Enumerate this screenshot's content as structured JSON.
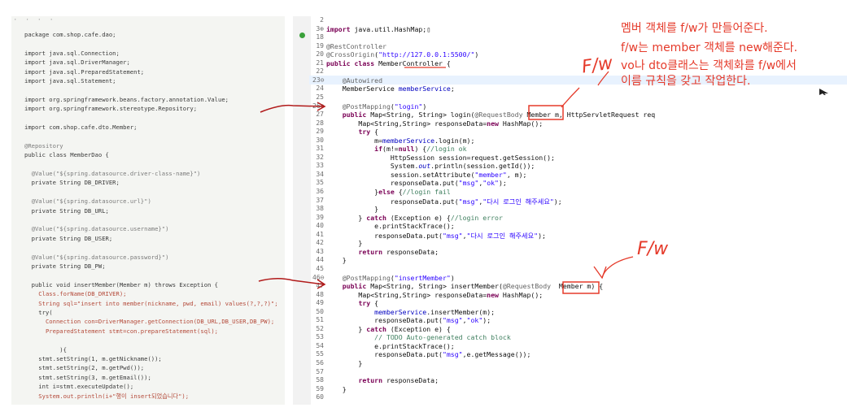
{
  "left_panel": {
    "lines": [
      {
        "t": "package com.shop.cafe.dao;",
        "c": ""
      },
      {
        "t": "",
        "c": ""
      },
      {
        "t": "import java.sql.Connection;",
        "c": ""
      },
      {
        "t": "import java.sql.DriverManager;",
        "c": ""
      },
      {
        "t": "import java.sql.PreparedStatement;",
        "c": ""
      },
      {
        "t": "import java.sql.Statement;",
        "c": ""
      },
      {
        "t": "",
        "c": ""
      },
      {
        "t": "import org.springframework.beans.factory.annotation.Value;",
        "c": ""
      },
      {
        "t": "import org.springframework.stereotype.Repository;",
        "c": ""
      },
      {
        "t": "",
        "c": ""
      },
      {
        "t": "import com.shop.cafe.dto.Member;",
        "c": ""
      },
      {
        "t": "",
        "c": ""
      },
      {
        "t": "@Repository",
        "c": "ann"
      },
      {
        "t": "public class MemberDao {",
        "c": ""
      },
      {
        "t": "",
        "c": ""
      },
      {
        "t": "  @Value(\"${spring.datasource.driver-class-name}\")",
        "c": "ann"
      },
      {
        "t": "  private String DB_DRIVER;",
        "c": ""
      },
      {
        "t": "",
        "c": ""
      },
      {
        "t": "  @Value(\"${spring.datasource.url}\")",
        "c": "ann"
      },
      {
        "t": "  private String DB_URL;",
        "c": ""
      },
      {
        "t": "",
        "c": ""
      },
      {
        "t": "  @Value(\"${spring.datasource.username}\")",
        "c": "ann"
      },
      {
        "t": "  private String DB_USER;",
        "c": ""
      },
      {
        "t": "",
        "c": ""
      },
      {
        "t": "  @Value(\"${spring.datasource.password}\")",
        "c": "ann"
      },
      {
        "t": "  private String DB_PW;",
        "c": ""
      },
      {
        "t": "",
        "c": ""
      },
      {
        "t": "  public void insertMember(Member m) throws Exception {",
        "c": ""
      },
      {
        "t": "    Class.forName(DB_DRIVER);",
        "c": "red"
      },
      {
        "t": "    String sql=\"insert into member(nickname, pwd, email) values(?,?,?)\";",
        "c": "red"
      },
      {
        "t": "    try(",
        "c": ""
      },
      {
        "t": "      Connection con=DriverManager.getConnection(DB_URL,DB_USER,DB_PW);",
        "c": "red"
      },
      {
        "t": "      PreparedStatement stmt=con.prepareStatement(sql);",
        "c": "red"
      },
      {
        "t": "",
        "c": ""
      },
      {
        "t": "          ){",
        "c": ""
      },
      {
        "t": "    stmt.setString(1, m.getNickname());",
        "c": ""
      },
      {
        "t": "    stmt.setString(2, m.getPwd());",
        "c": ""
      },
      {
        "t": "    stmt.setString(3, m.getEmail());",
        "c": ""
      },
      {
        "t": "    int i=stmt.executeUpdate();",
        "c": ""
      },
      {
        "t": "    System.out.println(i+\"행이 insert되었습니다\");",
        "c": "red"
      }
    ]
  },
  "editor": {
    "lines": [
      {
        "n": "2",
        "html": ""
      },
      {
        "n": "3⊕",
        "html": "<span class='kw'>import</span> java.util.HashMap;▯"
      },
      {
        "n": "18",
        "html": ""
      },
      {
        "n": "19",
        "html": "<span class='ann'>@RestController</span>"
      },
      {
        "n": "20",
        "html": "<span class='ann'>@CrossOrigin</span>(<span class='str'>\"http://127.0.0.1:5500/\"</span>)"
      },
      {
        "n": "21",
        "html": "<span class='kw'>public class</span> MemberController {"
      },
      {
        "n": "22",
        "html": ""
      },
      {
        "n": "23⊖",
        "html": "    <span class='ann'>@Autowired</span>"
      },
      {
        "n": "24",
        "html": "    MemberService <span class='fld'>memberService</span>;"
      },
      {
        "n": "25",
        "html": ""
      },
      {
        "n": "26⊖",
        "html": "    <span class='ann'>@PostMapping</span>(<span class='str'>\"login\"</span>)"
      },
      {
        "n": "27",
        "html": "    <span class='kw'>public</span> Map&lt;String, String&gt; login(<span class='ann'>@RequestBody</span> Member m, HttpServletRequest req"
      },
      {
        "n": "28",
        "html": "        Map&lt;String,String&gt; responseData=<span class='kw'>new</span> HashMap();"
      },
      {
        "n": "29",
        "html": "        <span class='kw'>try</span> {"
      },
      {
        "n": "30",
        "html": "            m=<span class='fld'>memberService</span>.login(m);"
      },
      {
        "n": "31",
        "html": "            <span class='kw'>if</span>(m!=<span class='kw'>null</span>) {<span class='cmt'>//login ok</span>"
      },
      {
        "n": "32",
        "html": "                HttpSession session=request.getSession();"
      },
      {
        "n": "33",
        "html": "                System.<span class='fld ital'>out</span>.println(session.getId());"
      },
      {
        "n": "34",
        "html": "                session.setAttribute(<span class='str'>\"member\"</span>, m);"
      },
      {
        "n": "35",
        "html": "                responseData.put(<span class='str'>\"msg\"</span>,<span class='str'>\"ok\"</span>);"
      },
      {
        "n": "36",
        "html": "            }<span class='kw'>else</span> {<span class='cmt'>//login fail</span>"
      },
      {
        "n": "37",
        "html": "                responseData.put(<span class='str'>\"msg\"</span>,<span class='str'>\"다시 로그인 해주세요\"</span>);"
      },
      {
        "n": "38",
        "html": "            }"
      },
      {
        "n": "39",
        "html": "        } <span class='kw'>catch</span> (Exception e) {<span class='cmt'>//login error</span>"
      },
      {
        "n": "40",
        "html": "            e.printStackTrace();"
      },
      {
        "n": "41",
        "html": "            responseData.put(<span class='str'>\"msg\"</span>,<span class='str'>\"다시 로그인 해주세요\"</span>);"
      },
      {
        "n": "42",
        "html": "        }"
      },
      {
        "n": "43",
        "html": "        <span class='kw'>return</span> responseData;"
      },
      {
        "n": "44",
        "html": "    }"
      },
      {
        "n": "45",
        "html": ""
      },
      {
        "n": "46⊖",
        "html": "    <span class='ann'>@PostMapping</span>(<span class='str'>\"insertMember\"</span>)"
      },
      {
        "n": "47",
        "html": "    <span class='kw'>public</span> Map&lt;String, String&gt; insertMember(<span class='ann'>@RequestBody</span>  Member m) {"
      },
      {
        "n": "48",
        "html": "        Map&lt;String,String&gt; responseData=<span class='kw'>new</span> HashMap();"
      },
      {
        "n": "49",
        "html": "        <span class='kw'>try</span> {"
      },
      {
        "n": "50",
        "html": "            <span class='fld'>memberService</span>.insertMember(m);"
      },
      {
        "n": "51",
        "html": "            responseData.put(<span class='str'>\"msg\"</span>,<span class='str'>\"ok\"</span>);"
      },
      {
        "n": "52",
        "html": "        } <span class='kw'>catch</span> (Exception e) {"
      },
      {
        "n": "53",
        "html": "            <span class='cmt'>// TODO Auto-generated catch block</span>"
      },
      {
        "n": "54",
        "html": "            e.printStackTrace();"
      },
      {
        "n": "55",
        "html": "            responseData.put(<span class='str'>\"msg\"</span>,e.getMessage());"
      },
      {
        "n": "56",
        "html": "        }"
      },
      {
        "n": "57",
        "html": ""
      },
      {
        "n": "58",
        "html": "        <span class='kw'>return</span> responseData;"
      },
      {
        "n": "59",
        "html": "    }"
      },
      {
        "n": "60",
        "html": ""
      }
    ]
  },
  "annotations": {
    "note1": "멤버 객체를 f/w가 만들어준다.",
    "note2": "f/w는 member 객체를 new해준다.",
    "note3": "vo나 dto클래스는 객체화를 f/w에서",
    "note4": "이름 규칙을 갖고 작업한다.",
    "fw_mark_1": "F/w",
    "fw_mark_2": "F/w"
  },
  "colors": {
    "annotation_red": "#e53a2a",
    "keyword": "#7a0055",
    "string": "#2a00ff",
    "field": "#0000c0",
    "comment": "#3f7f5f"
  }
}
